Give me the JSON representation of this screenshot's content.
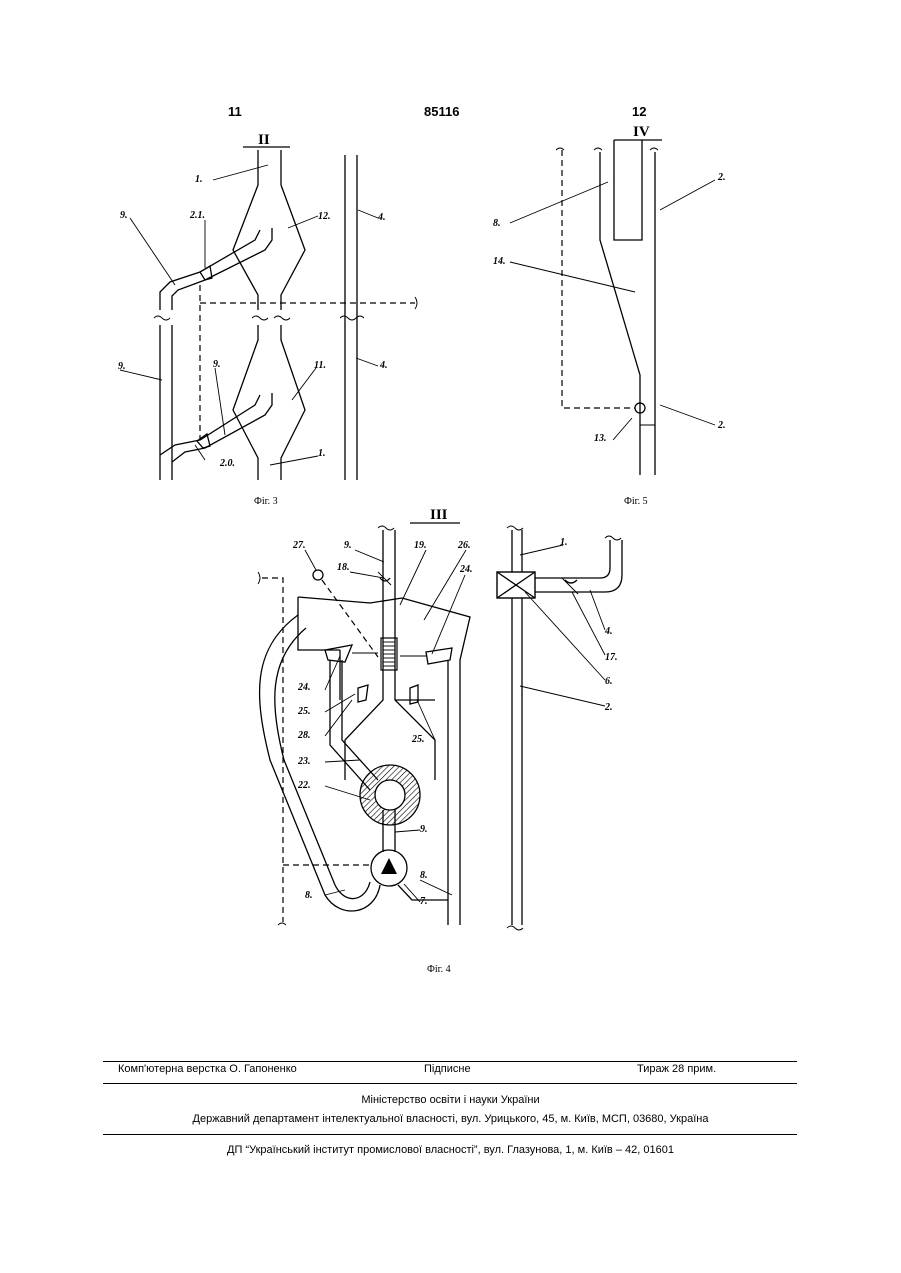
{
  "header": {
    "page_left": "11",
    "patent_number": "85116",
    "page_right": "12"
  },
  "figures": {
    "fig3": {
      "caption": "Фіг. 3",
      "roman": "II",
      "labels": {
        "l1_top": "1.",
        "l9_top": "9.",
        "l21": "2.1.",
        "l12": "12.",
        "l4_top": "4.",
        "l9_left": "9.",
        "l9_mid": "9.",
        "l11": "11.",
        "l4_bot": "4.",
        "l20": "2.0.",
        "l1_bot": "1."
      }
    },
    "fig5": {
      "caption": "Фіг. 5",
      "roman": "IV",
      "labels": {
        "l8": "8.",
        "l2_top": "2.",
        "l14": "14.",
        "l2_bot": "2.",
        "l13": "13."
      }
    },
    "fig4": {
      "caption": "Фіг. 4",
      "roman": "III",
      "labels": {
        "l27": "27.",
        "l9_top": "9.",
        "l19": "19.",
        "l26": "26.",
        "l24_r": "24.",
        "l18": "18.",
        "l24_l": "24.",
        "l25_l": "25.",
        "l28": "28.",
        "l25_r": "25.",
        "l23": "23.",
        "l22": "22.",
        "l9_bot": "9.",
        "l8_r": "8.",
        "l8_l": "8.",
        "l7": "7.",
        "l1": "1.",
        "l4": "4.",
        "l17": "17.",
        "l6": "6.",
        "l2": "2."
      }
    }
  },
  "footer": {
    "typesetting": "Комп'ютерна верстка О. Гапоненко",
    "signed": "Підписне",
    "circulation": "Тираж 28 прим.",
    "ministry": "Міністерство освіти і науки України",
    "department": "Державний департамент інтелектуальної власності, вул. Урицького, 45, м. Київ, МСП, 03680, Україна",
    "institute": "ДП “Український інститут промислової власності”, вул. Глазунова, 1, м. Київ – 42, 01601"
  }
}
